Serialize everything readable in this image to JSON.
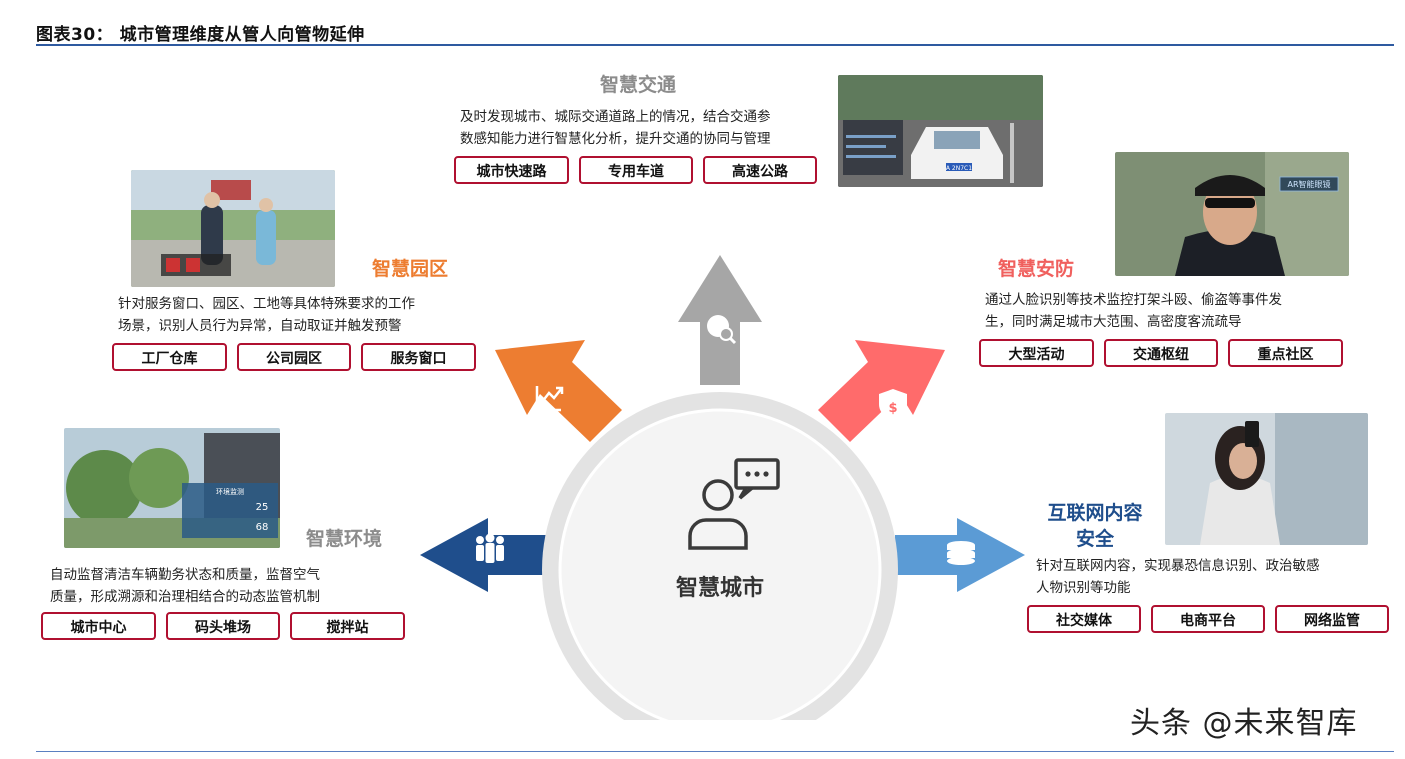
{
  "figure": {
    "title": "图表30：  城市管理维度从管人向管物延伸"
  },
  "center": {
    "label": "智慧城市"
  },
  "sections": {
    "traffic": {
      "title": "智慧交通",
      "desc_lines": [
        "及时发现城市、城际交通道路上的情况，结合交通参",
        "数感知能力进行智慧化分析，提升交通的协同与管理"
      ],
      "tags": [
        "城市快速路",
        "专用车道",
        "高速公路"
      ],
      "title_color": "#8c8c8c",
      "arrow_color": "#a6a6a6",
      "icon": "globe-search-icon",
      "photo_text": "A 2N7C1"
    },
    "park": {
      "title": "智慧园区",
      "desc_lines": [
        "针对服务窗口、园区、工地等具体特殊要求的工作",
        "场景，识别人员行为异常，自动取证并触发预警"
      ],
      "tags": [
        "工厂仓库",
        "公司园区",
        "服务窗口"
      ],
      "title_color": "#ed7d31",
      "arrow_color": "#ed7d31",
      "icon": "trend-chart-icon"
    },
    "security": {
      "title": "智慧安防",
      "desc_lines": [
        "通过人脸识别等技术监控打架斗殴、偷盗等事件发",
        "生，同时满足城市大范围、高密度客流疏导"
      ],
      "tags": [
        "大型活动",
        "交通枢纽",
        "重点社区"
      ],
      "title_color": "#f0605e",
      "arrow_color": "#ff6b6b",
      "icon": "shield-dollar-icon",
      "photo_text": "AR智能眼镜"
    },
    "environment": {
      "title": "智慧环境",
      "desc_lines": [
        "自动监督清洁车辆勤务状态和质量，监督空气",
        "质量，形成溯源和治理相结合的动态监管机制"
      ],
      "tags": [
        "城市中心",
        "码头堆场",
        "搅拌站"
      ],
      "title_color": "#8c8c8c",
      "arrow_color": "#1f4e8c",
      "icon": "people-icon",
      "photo_texts": [
        "环境监测",
        "25",
        "68"
      ]
    },
    "internet": {
      "title_lines": [
        "互联网内容",
        "安全"
      ],
      "desc_lines": [
        "针对互联网内容，实现暴恐信息识别、政治敏感",
        "人物识别等功能"
      ],
      "tags": [
        "社交媒体",
        "电商平台",
        "网络监管"
      ],
      "title_color": "#1f4e8c",
      "arrow_color": "#5b9bd5",
      "icon": "database-icon"
    }
  },
  "watermark": "头条 @未来智库"
}
